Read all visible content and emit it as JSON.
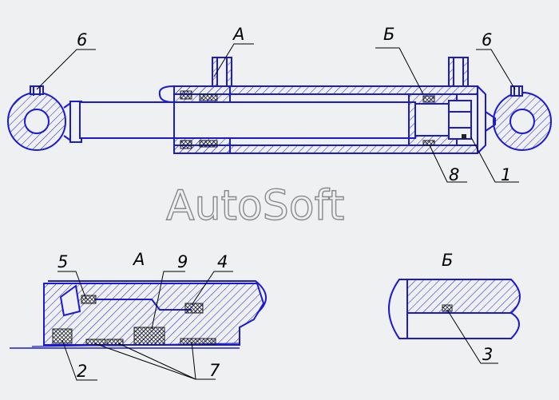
{
  "labels": {
    "six_left": "6",
    "six_right": "6",
    "a_top": "А",
    "b_top": "Б",
    "eight": "8",
    "one": "1",
    "five": "5",
    "a_detail": "А",
    "nine": "9",
    "four": "4",
    "two": "2",
    "seven": "7",
    "b_detail": "Б",
    "three": "3"
  },
  "watermark": "AutoSoft",
  "colors": {
    "line": "#1a1ad6",
    "hatch": "#1a1ad6",
    "seal": "#3a3a3a",
    "background": "#eef0f1"
  }
}
